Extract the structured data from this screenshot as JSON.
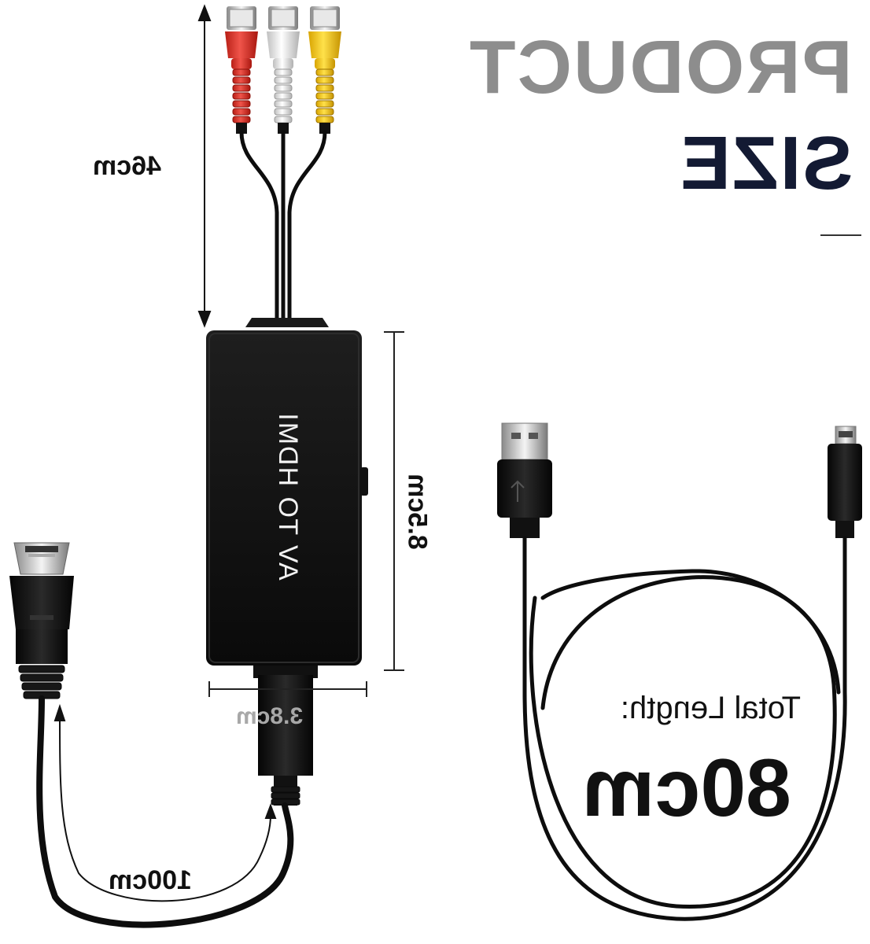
{
  "title": {
    "line1": "PRODUCT",
    "line2": "SIZE"
  },
  "dimensions": {
    "cable_length_rca": "46cm",
    "box_length": "8.5cm",
    "box_width": "3.8cm",
    "cable_length_hdmi": "100cm"
  },
  "converter_label": "AV TO HDMI",
  "usb_cable": {
    "total_label": "Total Length:",
    "total_value": "80cm"
  },
  "colors": {
    "title_gray": "#8d8d8d",
    "title_navy": "#131a33",
    "rca_red": "#e23b2e",
    "rca_white": "#f2f2f2",
    "rca_yellow": "#f5c800",
    "cable_black": "#0d0d0d"
  }
}
